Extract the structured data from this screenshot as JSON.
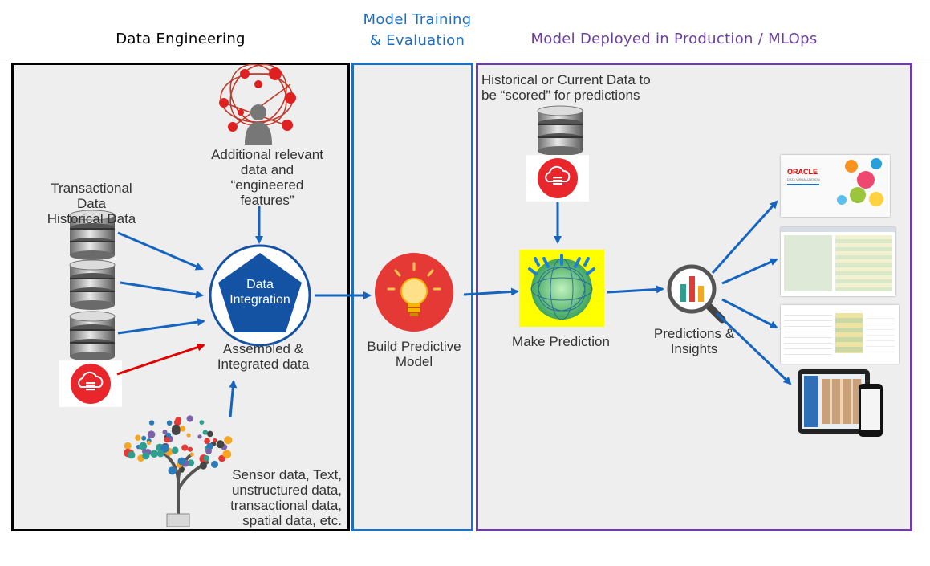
{
  "sections": [
    {
      "id": "data-engineering",
      "title_lines": [
        "Data Engineering"
      ],
      "color": "#000000"
    },
    {
      "id": "model-training",
      "title_lines": [
        "Model Training",
        "& Evaluation"
      ],
      "color": "#1e6fbf"
    },
    {
      "id": "model-deployed",
      "title_lines": [
        "Model Deployed in Production / MLOps"
      ],
      "color": "#6a3fa0"
    }
  ],
  "labels": {
    "transactional": [
      "Transactional",
      "Data",
      "Historical Data"
    ],
    "additional": [
      "Additional relevant",
      "data and",
      "“engineered",
      "features”"
    ],
    "data_integration": [
      "Data",
      "Integration"
    ],
    "assembled": [
      "Assembled  &",
      "Integrated data"
    ],
    "sensor": [
      "Sensor data, Text,",
      "unstructured data,",
      "transactional data,",
      "spatial data, etc."
    ],
    "build_model": [
      "Build Predictive",
      "Model"
    ],
    "historical_current": [
      "Historical or Current Data to",
      "be “scored” for predictions"
    ],
    "make_prediction": "Make Prediction",
    "predictions_insights": [
      "Predictions &",
      "Insights"
    ],
    "oracle_logo": "ORACLE",
    "oracle_sub": "DATA VISUALIZATION"
  },
  "colors": {
    "arrow_blue": "#1565c0",
    "arrow_red": "#e00000",
    "cloud_red": "#e8262b",
    "pentagon_blue": "#1452a3",
    "bulb_circle": "#e53935",
    "prediction_yellow": "#ffff00",
    "border_black": "#000000",
    "border_blue": "#1e6fbf",
    "border_purple": "#6a3fa0",
    "panel_bg": "#eeeeee"
  },
  "icons": [
    "database-icon",
    "cloud-database-icon",
    "network-person-icon",
    "pentagon-icon",
    "lightbulb-icon",
    "globe-sphere-icon",
    "magnifier-chart-icon",
    "data-tree-icon"
  ]
}
